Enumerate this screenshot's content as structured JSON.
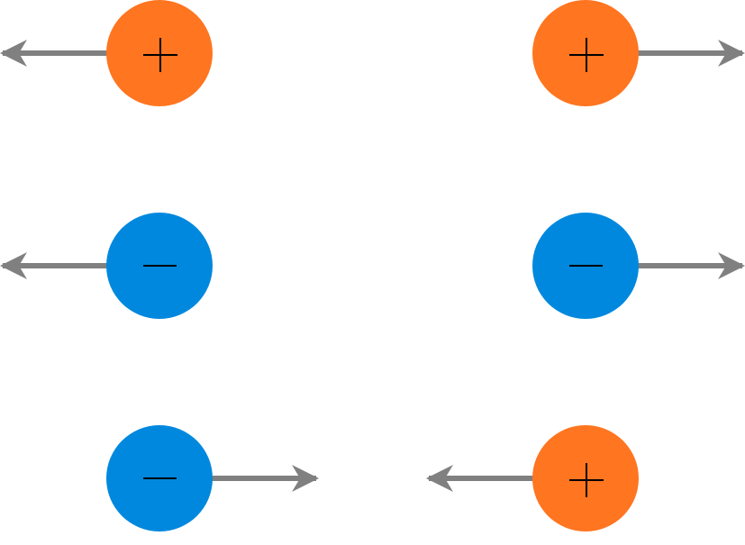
{
  "colors": {
    "positive": "#FF7520",
    "negative": "#0088DE",
    "arrow": "#808080",
    "sign": "#000000",
    "background": "#FFFFFF"
  },
  "rows": [
    {
      "name": "like-charges-positive",
      "charges": [
        {
          "sign": "positive",
          "symbol": "+",
          "arrow_direction": "left"
        },
        {
          "sign": "positive",
          "symbol": "+",
          "arrow_direction": "right"
        }
      ]
    },
    {
      "name": "like-charges-negative",
      "charges": [
        {
          "sign": "negative",
          "symbol": "−",
          "arrow_direction": "left"
        },
        {
          "sign": "negative",
          "symbol": "−",
          "arrow_direction": "right"
        }
      ]
    },
    {
      "name": "opposite-charges",
      "charges": [
        {
          "sign": "negative",
          "symbol": "−",
          "arrow_direction": "right"
        },
        {
          "sign": "positive",
          "symbol": "+",
          "arrow_direction": "left"
        }
      ]
    }
  ]
}
